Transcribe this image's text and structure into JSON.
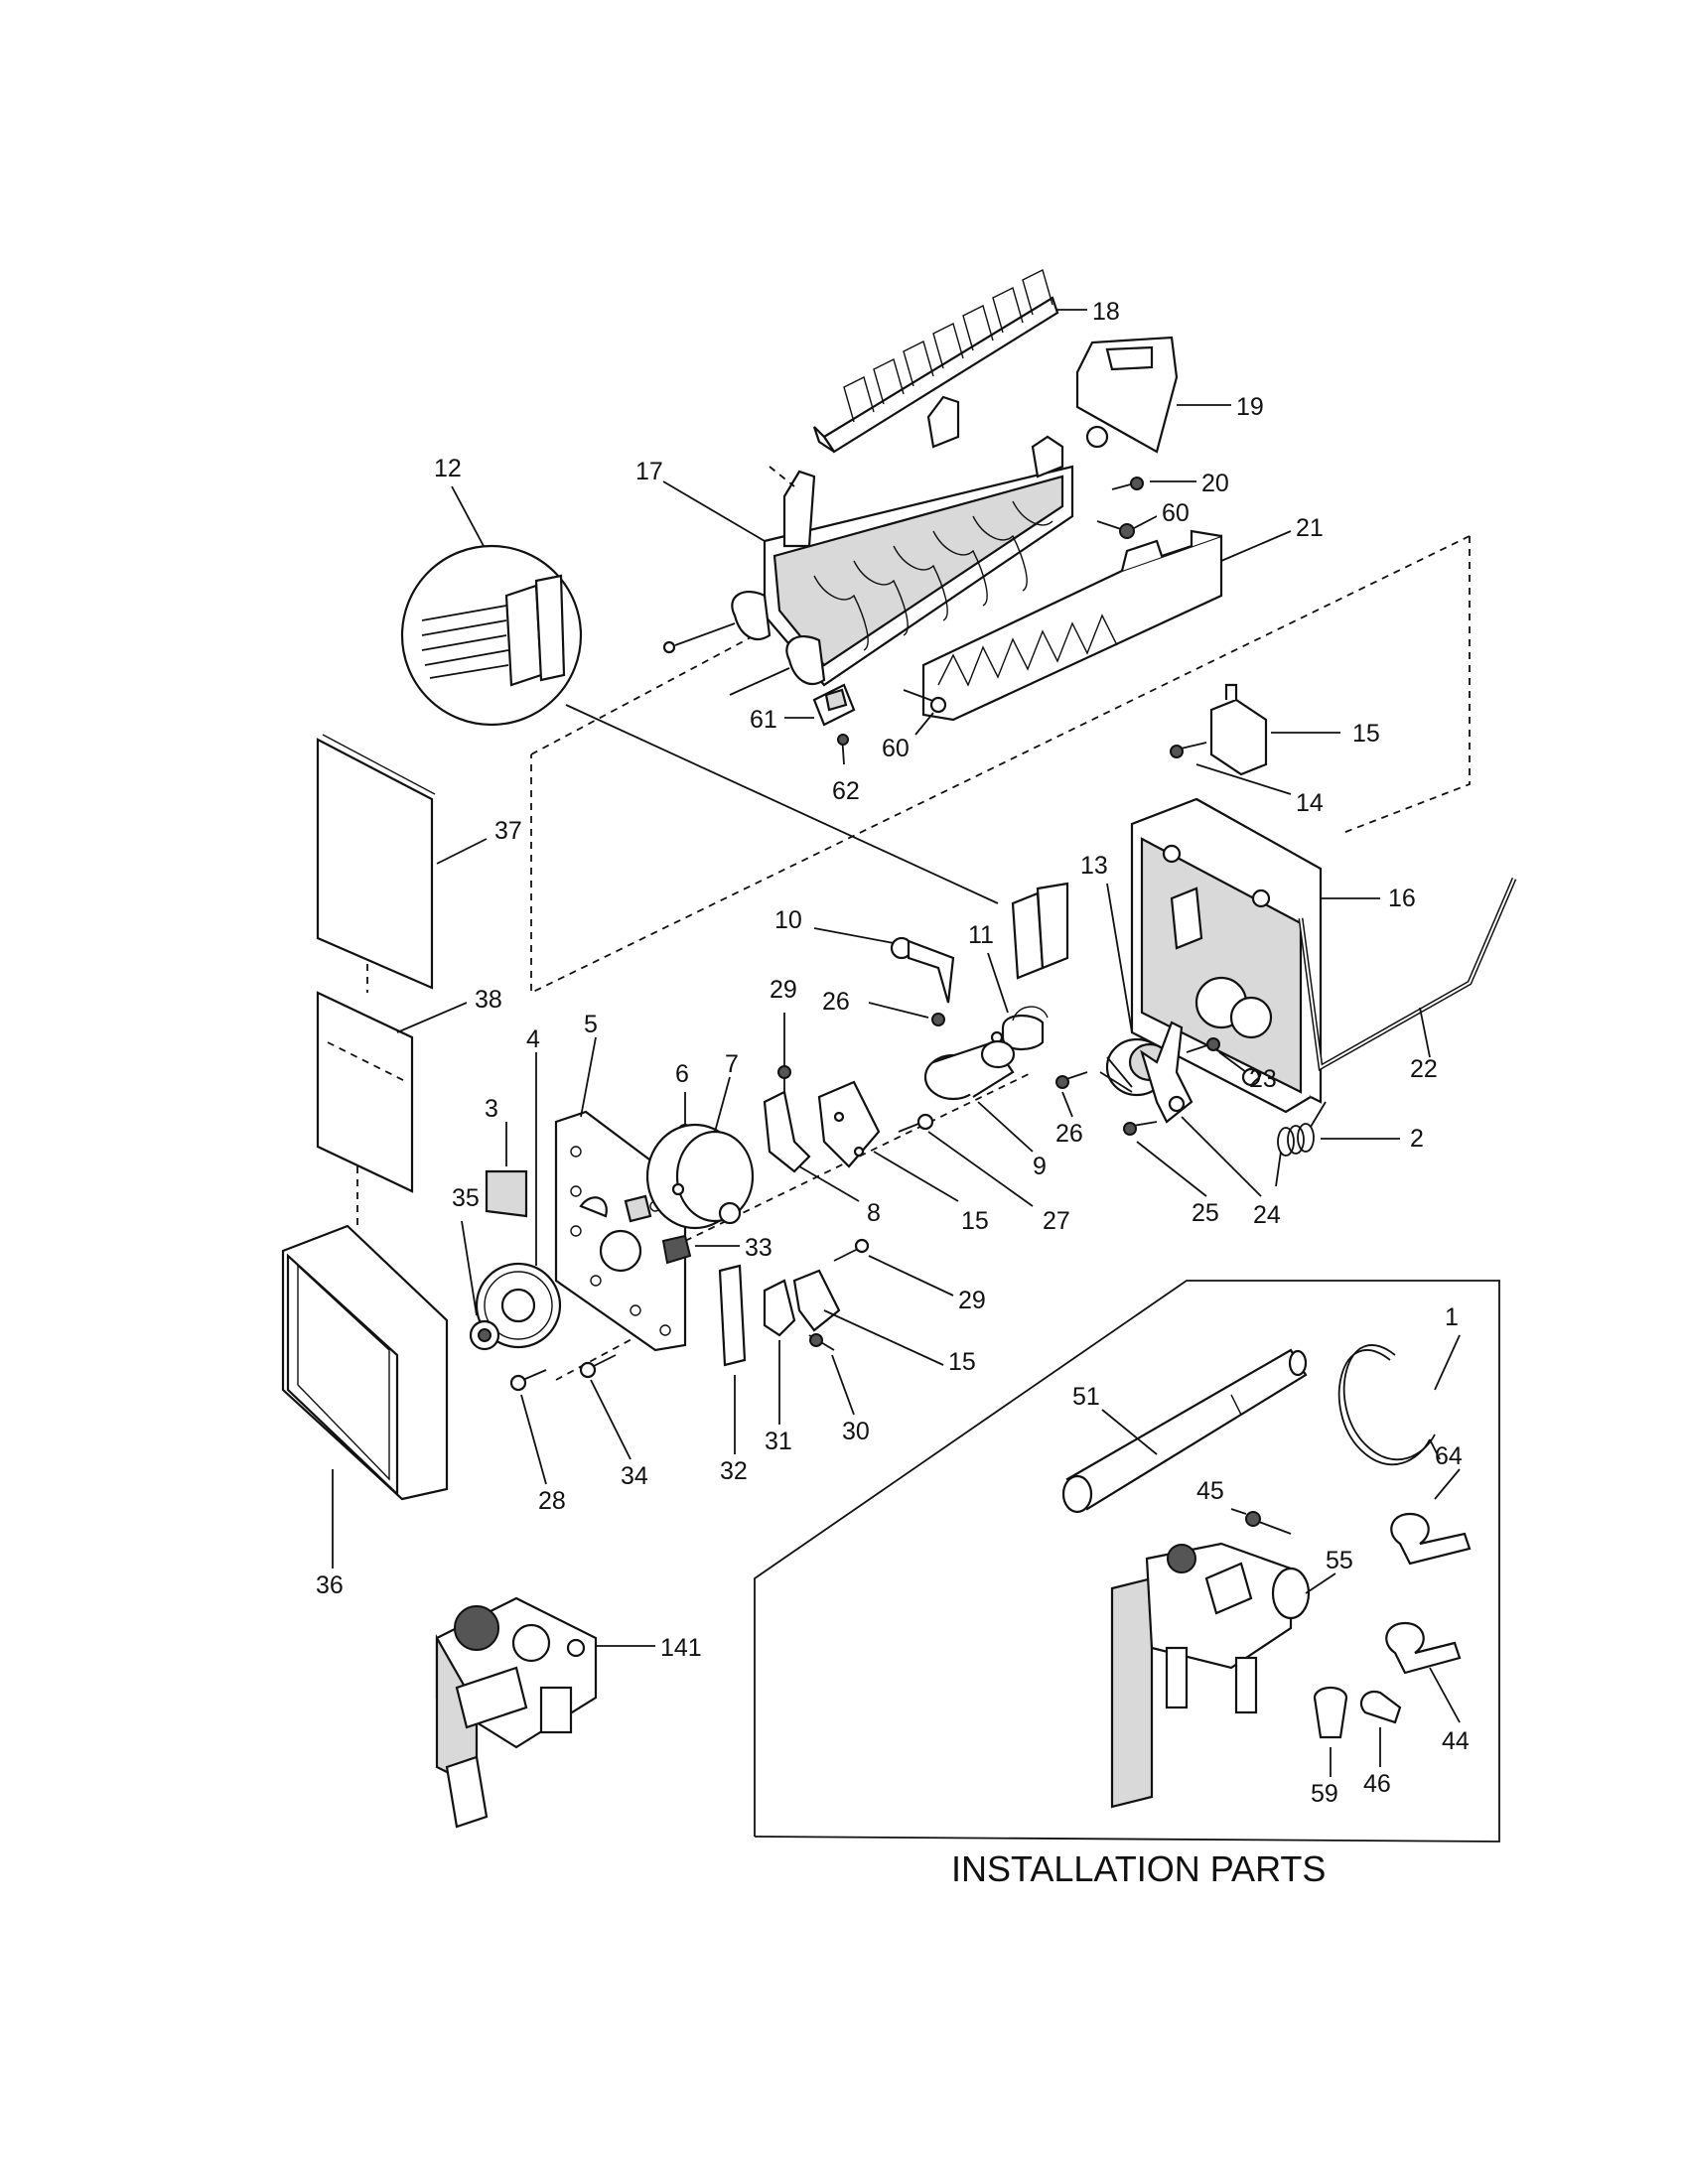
{
  "diagram": {
    "section_title": "INSTALLATION PARTS",
    "callouts": {
      "c1": "1",
      "c2": "2",
      "c3": "3",
      "c4": "4",
      "c5": "5",
      "c6": "6",
      "c7": "7",
      "c8": "8",
      "c9": "9",
      "c10": "10",
      "c11": "11",
      "c12": "12",
      "c13": "13",
      "c14": "14",
      "c15a": "15",
      "c15b": "15",
      "c15c": "15",
      "c16": "16",
      "c17": "17",
      "c18": "18",
      "c19": "19",
      "c20": "20",
      "c21": "21",
      "c22": "22",
      "c23": "23",
      "c24": "24",
      "c25": "25",
      "c26a": "26",
      "c26b": "26",
      "c27": "27",
      "c28": "28",
      "c29a": "29",
      "c29b": "29",
      "c30": "30",
      "c31": "31",
      "c32": "32",
      "c33": "33",
      "c34": "34",
      "c35": "35",
      "c36": "36",
      "c37": "37",
      "c38": "38",
      "c44": "44",
      "c45": "45",
      "c46": "46",
      "c51": "51",
      "c55": "55",
      "c59": "59",
      "c60a": "60",
      "c60b": "60",
      "c61": "61",
      "c62": "62",
      "c64": "64",
      "c141": "141"
    }
  }
}
